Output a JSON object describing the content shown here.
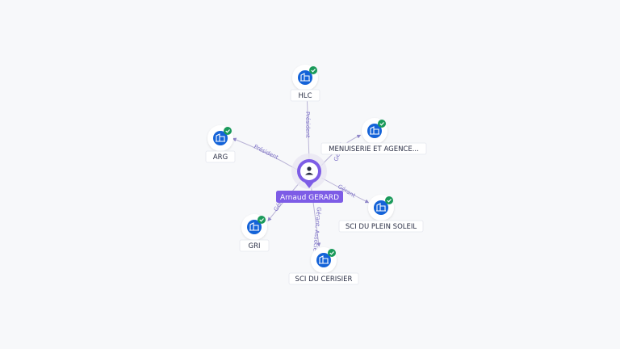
{
  "graph": {
    "center": {
      "name": "Arnaud GERARD",
      "icon": "person-icon",
      "color": "#7d5ce6"
    },
    "nodes": [
      {
        "id": "hlc",
        "label": "HLC",
        "role": "Président",
        "icon": "building-icon",
        "status": "verified-check-icon"
      },
      {
        "id": "menuiserie",
        "label": "MENUISERIE ET AGENCE...",
        "role": "Gérant",
        "icon": "building-icon",
        "status": "verified-check-icon"
      },
      {
        "id": "sci-plein-soleil",
        "label": "SCI DU PLEIN SOLEIL",
        "role": "Gérant",
        "icon": "building-icon",
        "status": "verified-check-icon"
      },
      {
        "id": "sci-cerisier",
        "label": "SCI DU CERISIER",
        "role": "Gérant, Associé",
        "icon": "building-icon",
        "status": "verified-check-icon"
      },
      {
        "id": "gri",
        "label": "GRI",
        "role": "Gérant",
        "icon": "building-icon",
        "status": "verified-check-icon"
      },
      {
        "id": "arg",
        "label": "ARG",
        "role": "Président",
        "icon": "building-icon",
        "status": "verified-check-icon"
      }
    ],
    "colors": {
      "company_icon": "#1463d8",
      "check": "#1a9a5a",
      "center": "#7d5ce6",
      "edge": "#b9b3d6",
      "edge_label": "#7b6fc6"
    }
  }
}
